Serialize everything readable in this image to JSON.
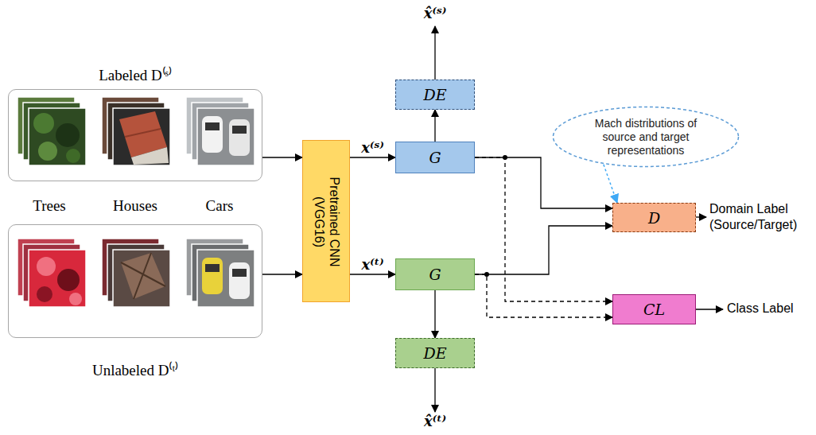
{
  "diagram": {
    "nodes": [
      {
        "text": [
          "Labeled D⁽ˢ⁾"
        ]
      },
      {
        "text": [
          "Unlabeled D⁽ᵗ⁾"
        ]
      },
      {
        "text": [
          "Pretrained CNN (VGG16)"
        ]
      },
      {
        "text": [
          "DE"
        ]
      },
      {
        "text": [
          "G"
        ]
      },
      {
        "text": [
          "G"
        ]
      },
      {
        "text": [
          "DE"
        ]
      },
      {
        "text": [
          "Mach distributions of source and target representations"
        ]
      },
      {
        "text": [
          "D"
        ]
      },
      {
        "text": [
          "CL"
        ]
      }
    ],
    "edges": [
      {
        "from": 0,
        "to": 2,
        "arrow": "to"
      },
      {
        "from": 1,
        "to": 2,
        "arrow": "to"
      },
      {
        "from": 2,
        "to": 4,
        "label": "x⁽ˢ⁾",
        "arrow": "to"
      },
      {
        "from": 2,
        "to": 5,
        "label": "x⁽ᵗ⁾",
        "arrow": "to"
      },
      {
        "from": 4,
        "to": 3,
        "arrow": "to"
      },
      {
        "from": 5,
        "to": 6,
        "arrow": "to"
      },
      {
        "from": 4,
        "to": 8,
        "arrow": "to"
      },
      {
        "from": 5,
        "to": 8,
        "arrow": "to"
      },
      {
        "from": 4,
        "to": 9,
        "arrow": "to"
      },
      {
        "from": 5,
        "to": 9,
        "arrow": "to"
      },
      {
        "from": 7,
        "to": 8,
        "arrow": "to"
      }
    ],
    "labels": [
      "Trees",
      "Houses",
      "Cars",
      "x̂⁽ˢ⁾",
      "x̂⁽ᵗ⁾",
      "Domain Label (Source/Target)",
      "Class Label"
    ]
  }
}
